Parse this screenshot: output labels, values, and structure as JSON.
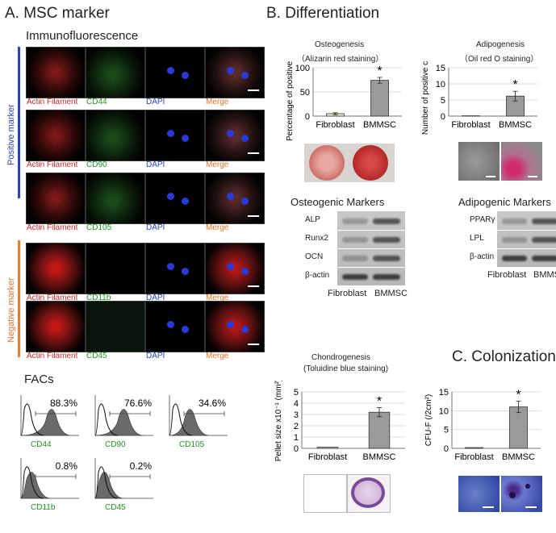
{
  "section_a": {
    "title": "A.  MSC marker",
    "immuno_title": "Immunofluorescence",
    "positive_label": "Positive marker",
    "negative_label": "Negative marker",
    "rows": [
      {
        "caps": [
          "Actin Filament",
          "CD44",
          "DAPI",
          "Merge"
        ]
      },
      {
        "caps": [
          "Actin Filament",
          "CD90",
          "DAPI",
          "Merge"
        ]
      },
      {
        "caps": [
          "Actin Filament",
          "CD105",
          "DAPI",
          "Merge"
        ]
      },
      {
        "caps": [
          "Actin Filament",
          "CD11b",
          "DAPI",
          "Merge"
        ]
      },
      {
        "caps": [
          "Actin Filament",
          "CD45",
          "DAPI",
          "Merge"
        ]
      }
    ],
    "facs_title": "FACs",
    "facs": [
      {
        "marker": "CD44",
        "pct": "88.3%"
      },
      {
        "marker": "CD90",
        "pct": "76.6%"
      },
      {
        "marker": "CD105",
        "pct": "34.6%"
      },
      {
        "marker": "CD11b",
        "pct": "0.8%"
      },
      {
        "marker": "CD45",
        "pct": "0.2%"
      }
    ]
  },
  "section_b": {
    "title": "B.  Differentiation",
    "osteo_title": "Osteogenesis",
    "osteo_sub": "（Alizarin red staining）",
    "adipo_title": "Adipogenesis",
    "adipo_sub": "（Oil red O staining）",
    "osteo_markers_title": "Osteogenic Markers",
    "osteo_markers": [
      "ALP",
      "Runx2",
      "OCN",
      "β-actin"
    ],
    "adipo_markers_title": "Adipogenic Markers",
    "adipo_markers": [
      "PPARγ",
      "LPL",
      "β-actin"
    ],
    "blot_x": [
      "Fibroblast",
      "BMMSC"
    ],
    "chondro_title": "Chondrogenesis",
    "chondro_sub": "(Toluidine blue staining)"
  },
  "section_c": {
    "title": "C.  Colonization"
  },
  "chart_data": [
    {
      "type": "bar",
      "categories": [
        "Fibroblast",
        "BMMSC"
      ],
      "values": [
        5,
        74
      ],
      "errors": [
        2,
        6
      ],
      "ylabel": "Percentage of positive area",
      "ylim": [
        0,
        100
      ],
      "yticks": [
        0,
        50,
        100
      ],
      "annotation": "*",
      "colors": [
        "#f3f0cf",
        "#9a9a9a"
      ]
    },
    {
      "type": "bar",
      "categories": [
        "Fibroblast",
        "BMMSC"
      ],
      "values": [
        0.1,
        6.2
      ],
      "errors": [
        0,
        1.5
      ],
      "ylabel": "Number of positive cells",
      "ylim": [
        0,
        15
      ],
      "yticks": [
        0,
        5,
        10,
        15
      ],
      "annotation": "*",
      "colors": [
        "#c8c8c8",
        "#9a9a9a"
      ]
    },
    {
      "type": "bar",
      "categories": [
        "Fibroblast",
        "BMMSC"
      ],
      "values": [
        0.1,
        3.2
      ],
      "errors": [
        0,
        0.4
      ],
      "ylabel": "Pellet size x10⁻¹ (mm²)",
      "ylim": [
        0,
        5
      ],
      "yticks": [
        0,
        1,
        2,
        3,
        4,
        5
      ],
      "annotation": "*",
      "colors": [
        "#c8c8c8",
        "#9a9a9a"
      ]
    },
    {
      "type": "bar",
      "categories": [
        "Fibroblast",
        "BMMSC"
      ],
      "values": [
        0.2,
        11
      ],
      "errors": [
        0,
        1.5
      ],
      "ylabel": "CFU-F (/2cm²)",
      "ylim": [
        0,
        15
      ],
      "yticks": [
        0,
        5,
        10,
        15
      ],
      "annotation": "*",
      "colors": [
        "#c8c8c8",
        "#9a9a9a"
      ]
    }
  ]
}
